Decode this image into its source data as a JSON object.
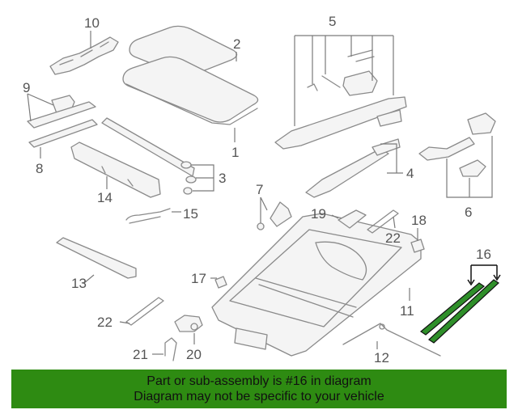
{
  "diagram": {
    "highlight_color": "#2f8f2a",
    "callouts": {
      "c1": "1",
      "c2": "2",
      "c3": "3",
      "c4": "4",
      "c5": "5",
      "c6": "6",
      "c7": "7",
      "c8": "8",
      "c9": "9",
      "c10": "10",
      "c11": "11",
      "c12": "12",
      "c13": "13",
      "c14": "14",
      "c15": "15",
      "c16": "16",
      "c17": "17",
      "c18": "18",
      "c19": "19",
      "c20": "20",
      "c21": "21",
      "c22a": "22",
      "c22b": "22"
    }
  },
  "banner": {
    "background": "#2e8b12",
    "line1": "Part or sub-assembly is #16 in diagram",
    "line2": "Diagram may not be specific to your vehicle"
  }
}
